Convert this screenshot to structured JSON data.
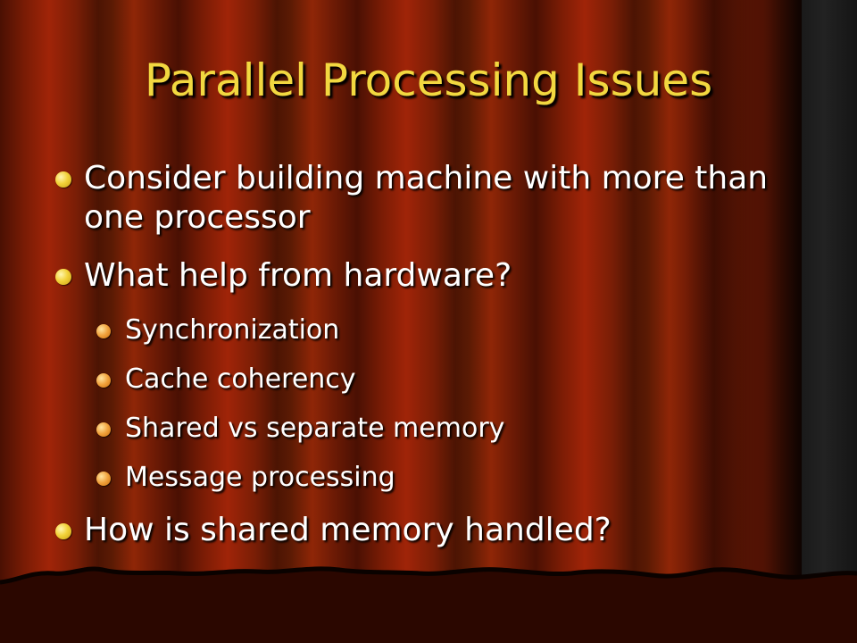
{
  "slide": {
    "title": "Parallel Processing Issues",
    "bullets": [
      {
        "level": 1,
        "text": "Consider building machine with more than one processor"
      },
      {
        "level": 1,
        "text": "What help from hardware?"
      },
      {
        "level": 2,
        "text": "Synchronization"
      },
      {
        "level": 2,
        "text": "Cache coherency"
      },
      {
        "level": 2,
        "text": "Shared vs separate memory"
      },
      {
        "level": 2,
        "text": "Message processing"
      },
      {
        "level": 1,
        "text": "How is shared memory handled?"
      }
    ]
  },
  "colors": {
    "title": "#f2d840",
    "body_text": "#ffffff",
    "bullet": "#f2d23a",
    "sub_bullet": "#f0a03a",
    "curtain": "#8f2607"
  }
}
